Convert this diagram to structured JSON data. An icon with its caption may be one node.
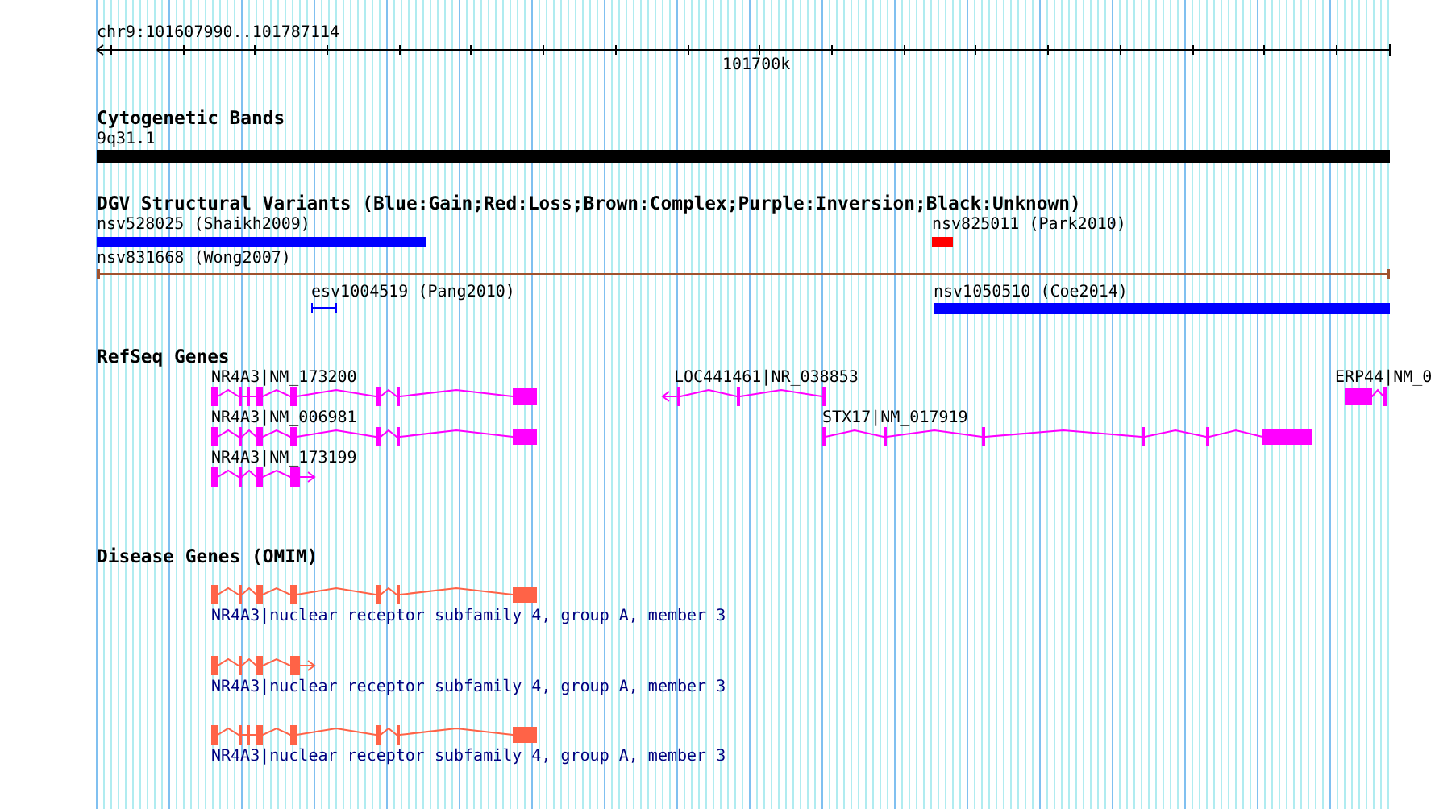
{
  "diagram": {
    "labels": [
      "chr9:101607990..101787114",
      "101700k",
      "Cytogenetic Bands",
      "9q31.1",
      "DGV Structural Variants (Blue:Gain;Red:Loss;Brown:Complex;Purple:Inversion;Black:Unknown)",
      "nsv528025 (Shaikh2009)",
      "nsv825011 (Park2010)",
      "nsv831668 (Wong2007)",
      "esv1004519 (Pang2010)",
      "nsv1050510 (Coe2014)",
      "RefSeq Genes",
      "NR4A3|NM_173200",
      "LOC441461|NR_038853",
      "ERP44|NM_0",
      "NR4A3|NM_006981",
      "STX17|NM_017919",
      "NR4A3|NM_173199",
      "Disease Genes (OMIM)",
      "NR4A3|nuclear receptor subfamily 4, group A, member 3",
      "NR4A3|nuclear receptor subfamily 4, group A, member 3",
      "NR4A3|nuclear receptor subfamily 4, group A, member 3"
    ]
  }
}
